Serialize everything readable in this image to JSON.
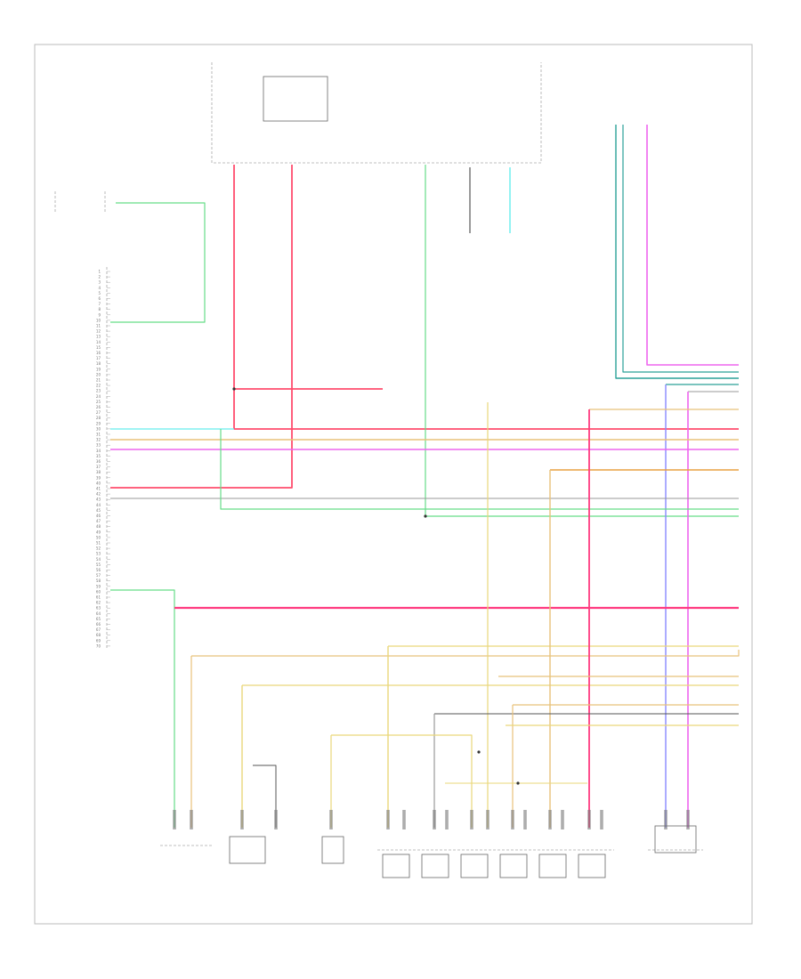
{
  "page_code": "",
  "pcm_label": "",
  "connector_labels": [
    "",
    "",
    "",
    "",
    "",
    ""
  ],
  "components": [
    "",
    "",
    "",
    "",
    "",
    "",
    "",
    "",
    "",
    "",
    "",
    ""
  ],
  "splice_labels": [
    "",
    ""
  ],
  "footer_labels": [
    "",
    ""
  ],
  "pcm_pins": [
    "1",
    "2",
    "3",
    "4",
    "5",
    "6",
    "7",
    "8",
    "9",
    "10",
    "11",
    "12",
    "13",
    "14",
    "15",
    "16",
    "17",
    "18",
    "19",
    "20",
    "21",
    "22",
    "23",
    "24",
    "25",
    "26",
    "27",
    "28",
    "29",
    "30",
    "31",
    "32",
    "33",
    "34",
    "35",
    "36",
    "37",
    "38",
    "39",
    "40",
    "41",
    "42",
    "43",
    "44",
    "45",
    "46",
    "47",
    "48",
    "49",
    "50",
    "51",
    "52",
    "53",
    "54",
    "55",
    "56",
    "57",
    "58",
    "59",
    "60",
    "61",
    "62",
    "63",
    "64",
    "65",
    "66",
    "67",
    "68",
    "69",
    "70"
  ],
  "wire_colors": {
    "red": "#ff4d6d",
    "pink": "#ff3b80",
    "green": "#66dd88",
    "teal": "#2aa198",
    "tan": "#e8c27a",
    "yellow": "#ead77a",
    "orange": "#e8a040",
    "violet": "#ee66ee",
    "blue": "#8888ff",
    "cyan": "#66eeee",
    "gray": "#999999",
    "darkgray": "#555555",
    "frame": "#bbbbbb",
    "dash": "#aaaaaa"
  }
}
